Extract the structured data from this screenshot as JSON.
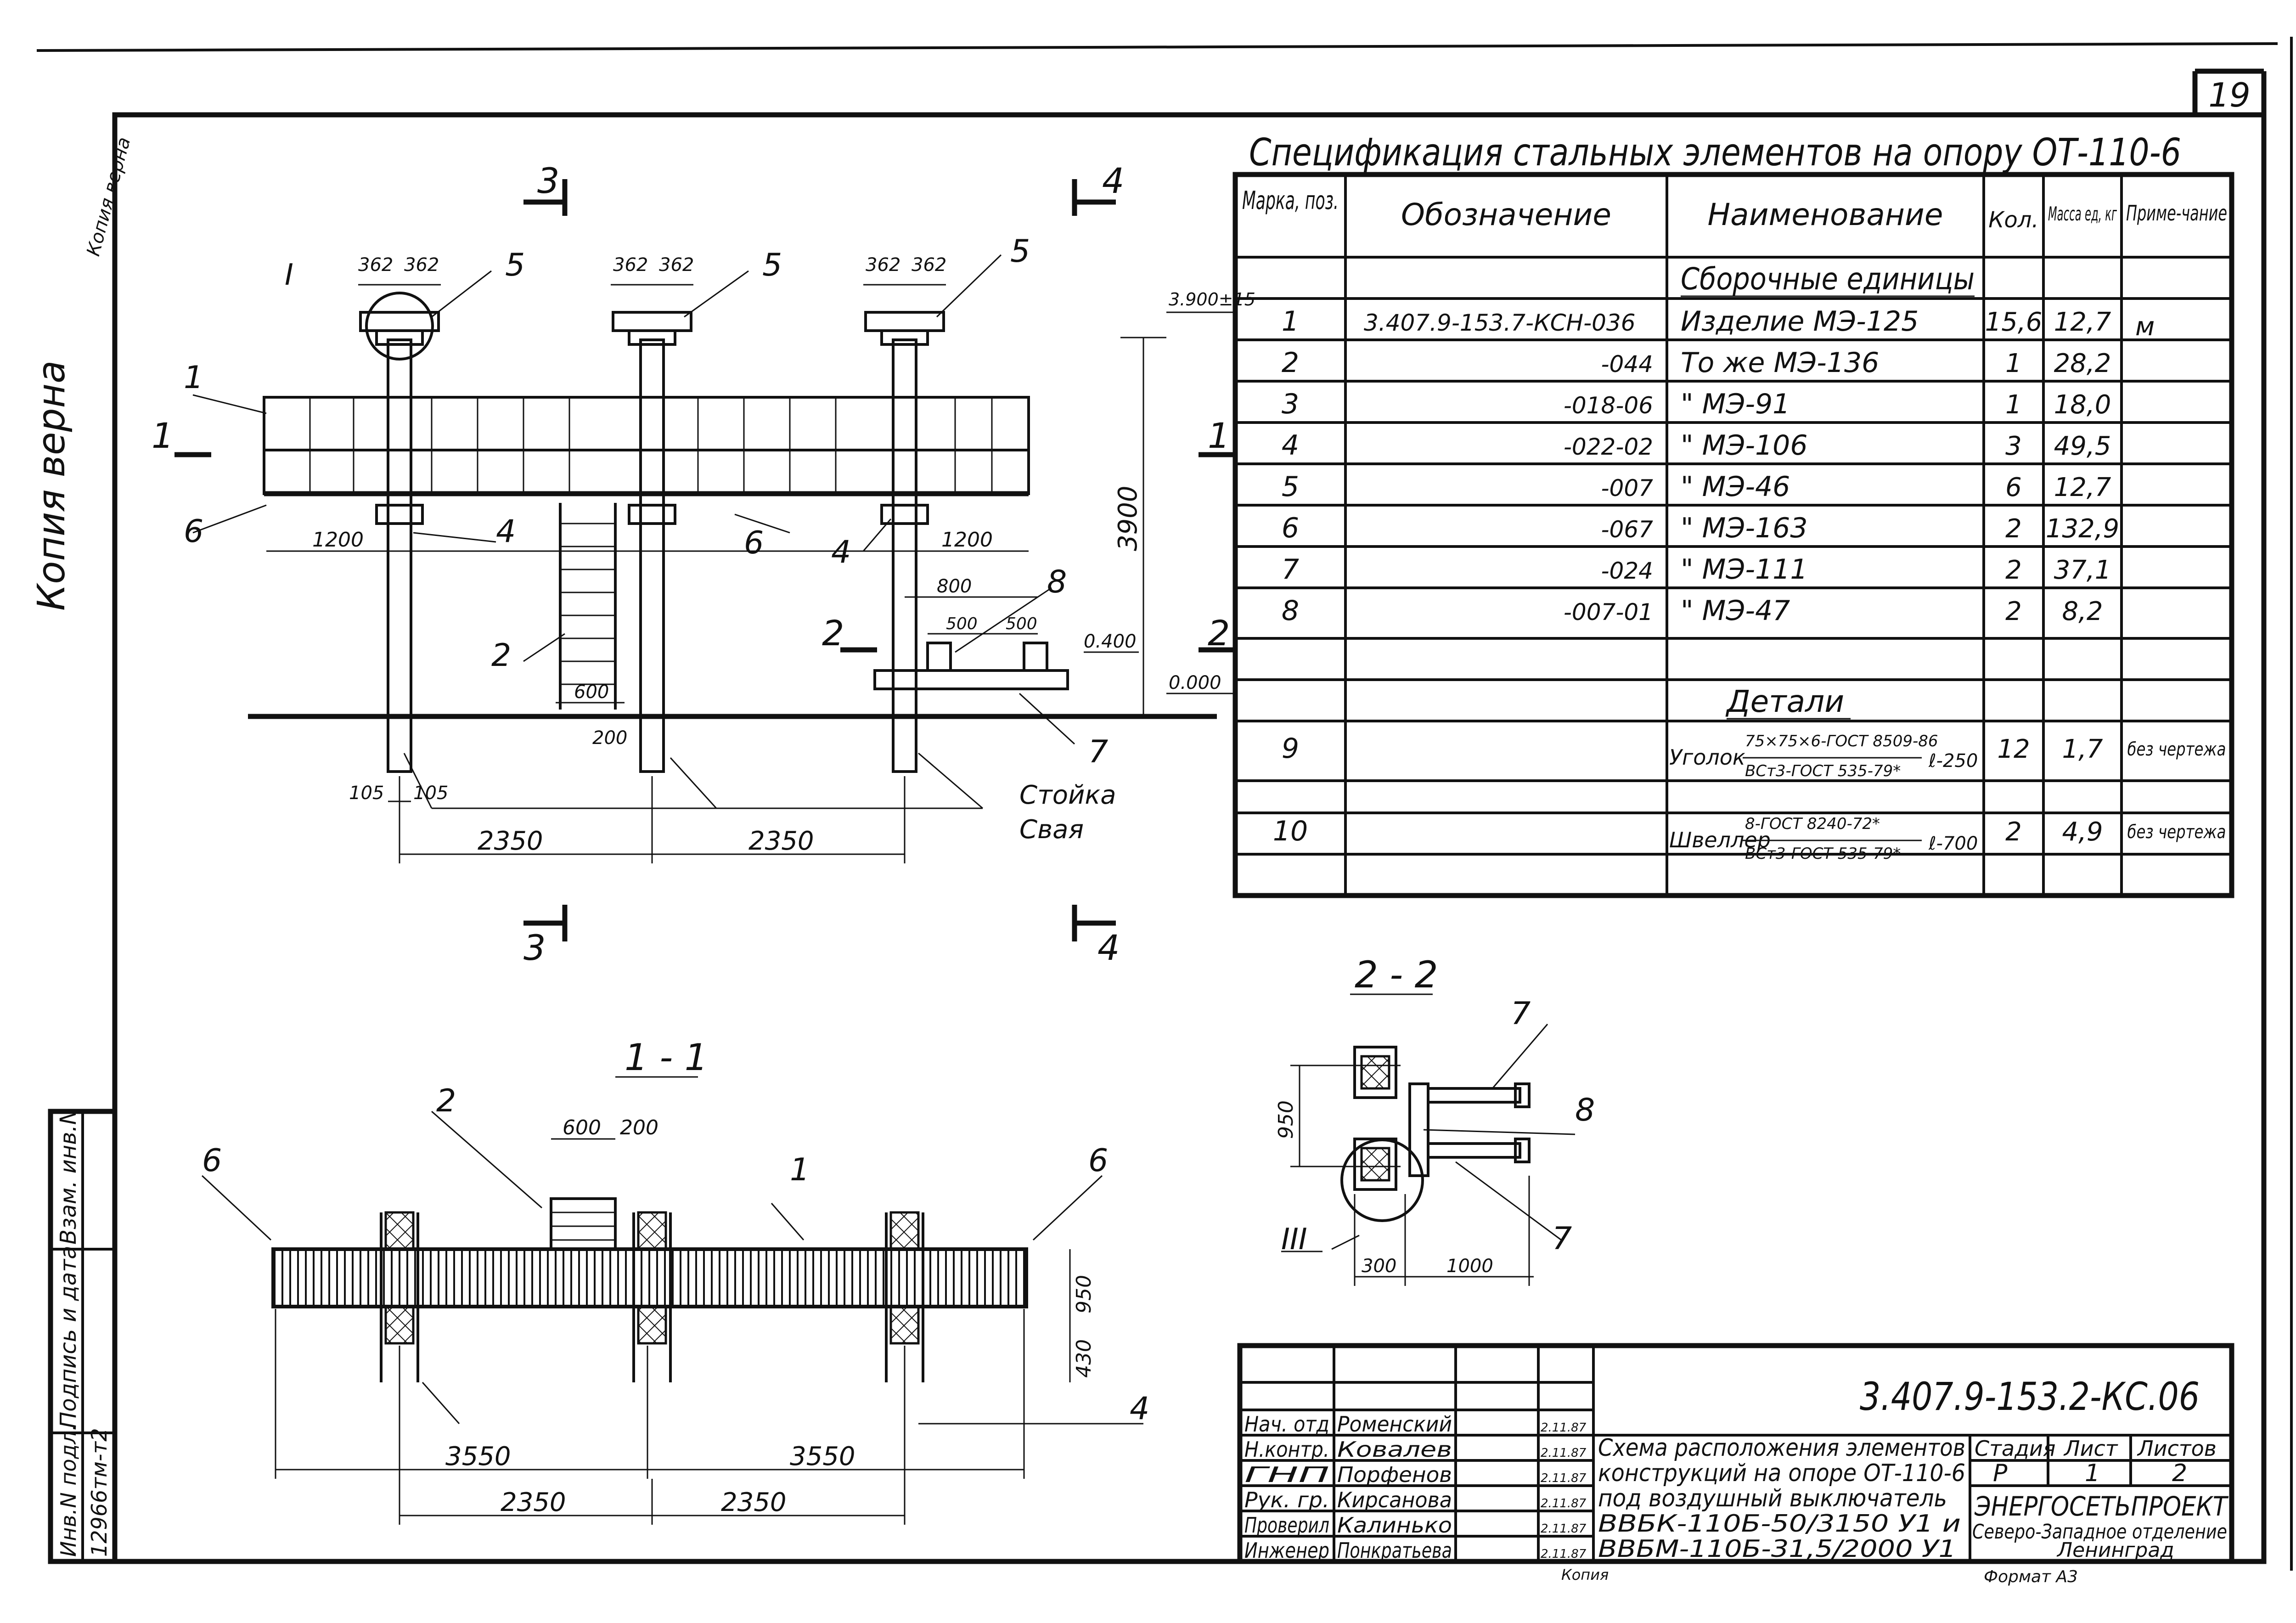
{
  "sheet_number": "19",
  "margin_note": "Копия верна",
  "margin_note_small": "Копия верна",
  "spec": {
    "title": "Спецификация стальных элементов на опору ОТ-110-6",
    "headers": {
      "mark": "Марка, поз.",
      "designation": "Обозначение",
      "name": "Наименование",
      "qty": "Кол.",
      "mass": "Масса ед, кг",
      "note": "Приме-чание"
    },
    "section_assembly": "Сборочные единицы",
    "section_details": "Детали",
    "rows": [
      {
        "mark": "1",
        "designation": "3.407.9-153.7-КСН-036",
        "name": "Изделие  МЭ-125",
        "qty": "15,6",
        "mass": "12,7",
        "note": "м"
      },
      {
        "mark": "2",
        "designation": "-044",
        "name": "То же  МЭ-136",
        "qty": "1",
        "mass": "28,2",
        "note": ""
      },
      {
        "mark": "3",
        "designation": "-018-06",
        "name": "\"  МЭ-91",
        "qty": "1",
        "mass": "18,0",
        "note": ""
      },
      {
        "mark": "4",
        "designation": "-022-02",
        "name": "\"  МЭ-106",
        "qty": "3",
        "mass": "49,5",
        "note": ""
      },
      {
        "mark": "5",
        "designation": "-007",
        "name": "\"  МЭ-46",
        "qty": "6",
        "mass": "12,7",
        "note": ""
      },
      {
        "mark": "6",
        "designation": "-067",
        "name": "\"  МЭ-163",
        "qty": "2",
        "mass": "132,9",
        "note": ""
      },
      {
        "mark": "7",
        "designation": "-024",
        "name": "\"  МЭ-111",
        "qty": "2",
        "mass": "37,1",
        "note": ""
      },
      {
        "mark": "8",
        "designation": "-007-01",
        "name": "\"  МЭ-47",
        "qty": "2",
        "mass": "8,2",
        "note": ""
      }
    ],
    "details": [
      {
        "mark": "9",
        "name_lead": "Уголок",
        "name_top": "75×75×6-ГОСТ 8509-86",
        "name_bottom": "ВСт3-ГОСТ 535-79*",
        "length": "ℓ-250",
        "qty": "12",
        "mass": "1,7",
        "note": "без чертежа"
      },
      {
        "mark": "10",
        "name_lead": "Швеллер",
        "name_top": "8-ГОСТ 8240-72*",
        "name_bottom": "ВСт3-ГОСТ 535-79*",
        "length": "ℓ-700",
        "qty": "2",
        "mass": "4,9",
        "note": "без чертежа"
      }
    ]
  },
  "elevation": {
    "section_marks": [
      "3",
      "4",
      "3",
      "4",
      "1",
      "1",
      "2",
      "2"
    ],
    "node_label": "I",
    "dims_top": [
      "362",
      "362",
      "362",
      "362",
      "362",
      "362"
    ],
    "callouts": [
      "1",
      "5",
      "5",
      "5",
      "6",
      "4",
      "6",
      "4",
      "2",
      "7",
      "8"
    ],
    "dim_1200_left": "1200",
    "dim_1200_right": "1200",
    "dim_800": "800",
    "dim_500a": "500",
    "dim_500b": "500",
    "dim_600": "600",
    "dim_200": "200",
    "dim_105a": "105",
    "dim_105b": "105",
    "dim_2350a": "2350",
    "dim_2350b": "2350",
    "dim_3900": "3900",
    "level_top": "3.900±15",
    "level_mid": "0.400",
    "level_zero": "0.000",
    "label_post": "Стойка",
    "label_pile": "Свая"
  },
  "section11": {
    "title": "1 - 1",
    "callouts": [
      "2",
      "1",
      "6",
      "6",
      "4"
    ],
    "dim_600": "600",
    "dim_200": "200",
    "dim_950": "950",
    "dim_430": "430",
    "dim_3550a": "3550",
    "dim_3550b": "3550",
    "dim_2350a": "2350",
    "dim_2350b": "2350"
  },
  "section22": {
    "title": "2 - 2",
    "callouts": [
      "7",
      "8",
      "7"
    ],
    "node_label": "III",
    "dim_950": "950",
    "dim_300": "300",
    "dim_1000": "1000"
  },
  "side_stamp": {
    "inv_orig": "Инв.N подл.",
    "sign_date": "Подпись и дата",
    "inv_swap": "Взам. инв.N",
    "inv_value": "12966тм-т2"
  },
  "title_block": {
    "code": "3.407.9-153.2-КС.06",
    "people": [
      {
        "role": "Нач. отд",
        "name": "Роменский",
        "date": "2.11.87"
      },
      {
        "role": "Н.контр.",
        "name": "Ковалев",
        "date": "2.11.87"
      },
      {
        "role": "ГНП",
        "name": "Порфенов",
        "date": "2.11.87"
      },
      {
        "role": "Рук. гр.",
        "name": "Кирсанова",
        "date": "2.11.87"
      },
      {
        "role": "Проверил",
        "name": "Калинько",
        "date": "2.11.87"
      },
      {
        "role": "Инженер",
        "name": "Понкратьева",
        "date": "2.11.87"
      }
    ],
    "description": [
      "Схема расположения элементов",
      "конструкций на опоре ОТ-110-6",
      "под воздушный выключатель",
      "ВВБК-110Б-50/3150 У1 и",
      "ВВБМ-110Б-31,5/2000 У1"
    ],
    "stage_label": "Стадия",
    "sheet_label": "Лист",
    "sheets_label": "Листов",
    "stage": "Р",
    "sheet": "1",
    "sheets": "2",
    "org": "ЭНЕРГОСЕТЬПРОЕКТ",
    "org_sub": "Северо-Западное отделение",
    "city": "Ленинград",
    "copy_label": "Копия",
    "format_label": "Формат А3"
  }
}
